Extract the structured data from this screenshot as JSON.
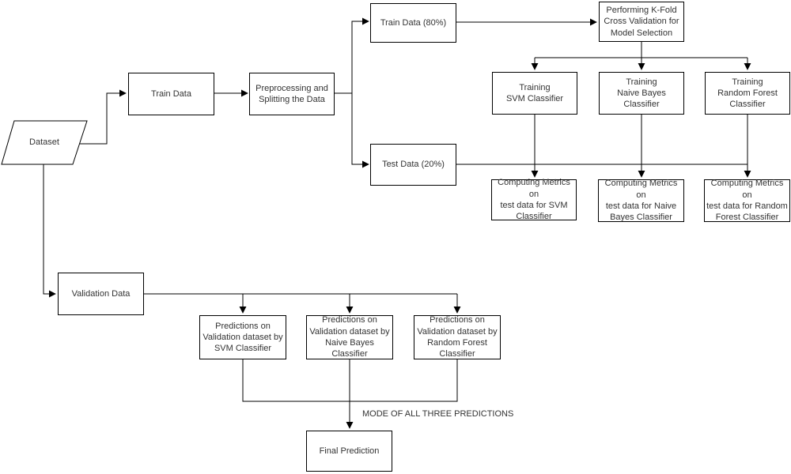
{
  "nodes": {
    "dataset": "Dataset",
    "train_data": "Train Data",
    "preprocessing": "Preprocessing and\nSplitting the Data",
    "train_data_80": "Train Data (80%)",
    "kfold": "Performing K-Fold\nCross Validation for\nModel Selection",
    "test_data_20": "Test Data (20%)",
    "training_svm": "Training\nSVM Classifier",
    "training_nb": "Training\nNaive Bayes\nClassifier",
    "training_rf": "Training\nRandom Forest\nClassifier",
    "metrics_svm": "Computing Metrics on\ntest data for SVM\nClassifier",
    "metrics_nb": "Computing Metrics on\ntest data for Naive\nBayes Classifier",
    "metrics_rf": "Computing Metrics on\ntest data for Random\nForest Classifier",
    "validation_data": "Validation Data",
    "pred_svm": "Predictions on\nValidation dataset by\nSVM Classifier",
    "pred_nb": "Predictions on\nValidation dataset by\nNaive Bayes\nClassifier",
    "pred_rf": "Predictions on\nValidation dataset by\nRandom Forest\nClassifier",
    "final_prediction": "Final Prediction"
  },
  "edge_label": "MODE OF ALL THREE PREDICTIONS",
  "colors": {
    "stroke": "#000000",
    "text": "#333333",
    "background": "#ffffff"
  }
}
